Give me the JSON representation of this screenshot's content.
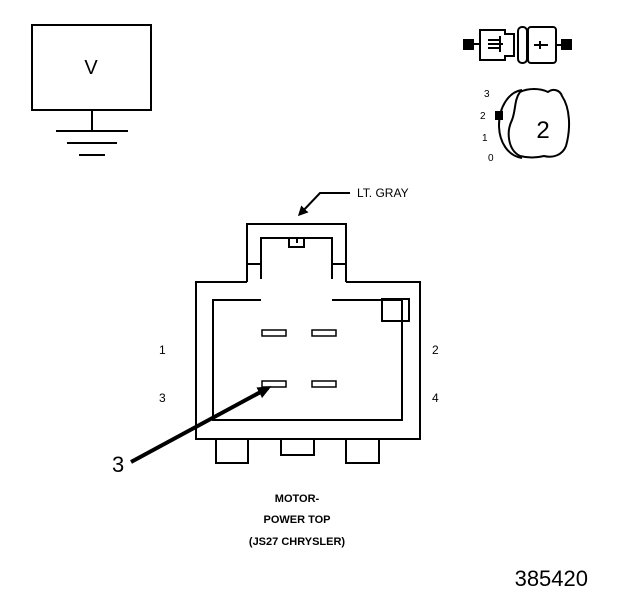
{
  "voltmeter": {
    "symbol": "V"
  },
  "selector": {
    "positions": [
      "3",
      "2",
      "1",
      "0"
    ],
    "setting": "2"
  },
  "wire": {
    "color_label": "LT. GRAY"
  },
  "connector": {
    "pins": {
      "p1": "1",
      "p2": "2",
      "p3": "3",
      "p4": "4"
    },
    "callout": "3",
    "caption": [
      "MOTOR-",
      "POWER TOP",
      "(JS27 CHRYSLER)"
    ]
  },
  "figure_id": "385420"
}
